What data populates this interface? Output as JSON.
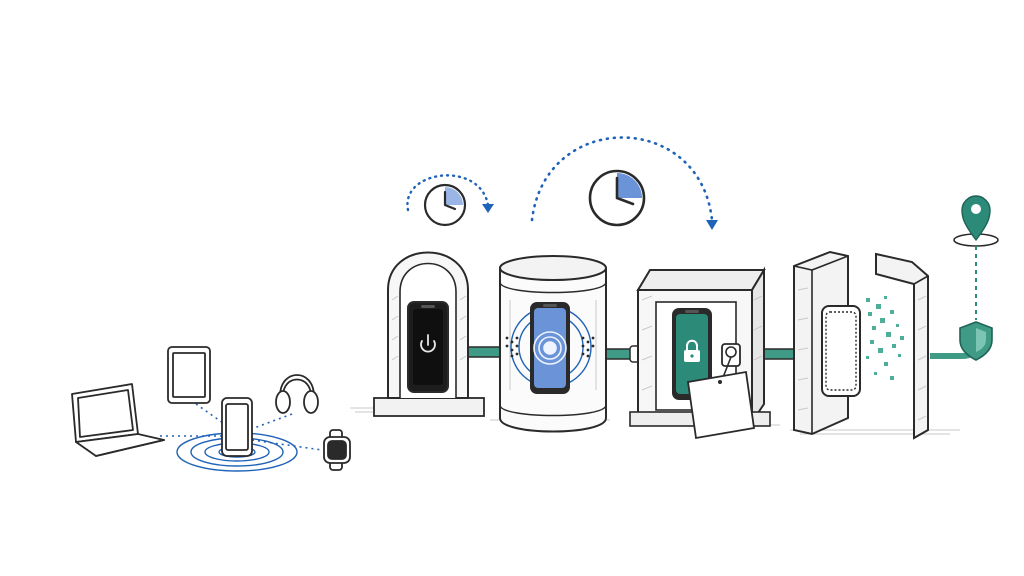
{
  "colors": {
    "ink": "#2a2a2a",
    "accent_blue": "#1f63b8",
    "screen_blue": "#6a93d8",
    "teal": "#2c8a78",
    "teal_light": "#4fae9a",
    "paper": "#ffffff",
    "shade": "#d8d8d8"
  },
  "stages": [
    {
      "id": "ecosystem",
      "icons": [
        "laptop-icon",
        "tablet-icon",
        "phone-icon",
        "headphones-icon",
        "smartwatch-icon",
        "wireless-waves-icon"
      ]
    },
    {
      "id": "power-on",
      "icons": [
        "arch-chamber-icon",
        "phone-icon",
        "power-icon"
      ]
    },
    {
      "id": "scan",
      "icons": [
        "cylinder-chamber-icon",
        "phone-icon",
        "radar-waves-icon",
        "speaker-grille-icon"
      ]
    },
    {
      "id": "lock",
      "icons": [
        "box-chamber-icon",
        "phone-icon",
        "lock-icon",
        "padlock-card-icon"
      ]
    },
    {
      "id": "dissolve",
      "icons": [
        "gate-icon",
        "phone-outline-icon",
        "pixel-particles-icon"
      ]
    },
    {
      "id": "secure-destination",
      "icons": [
        "map-pin-icon",
        "shield-icon"
      ]
    }
  ],
  "timers": [
    {
      "id": "short",
      "icon": "clock-icon",
      "filled_fraction": 0.25
    },
    {
      "id": "long",
      "icon": "clock-icon",
      "filled_fraction": 0.25
    }
  ]
}
